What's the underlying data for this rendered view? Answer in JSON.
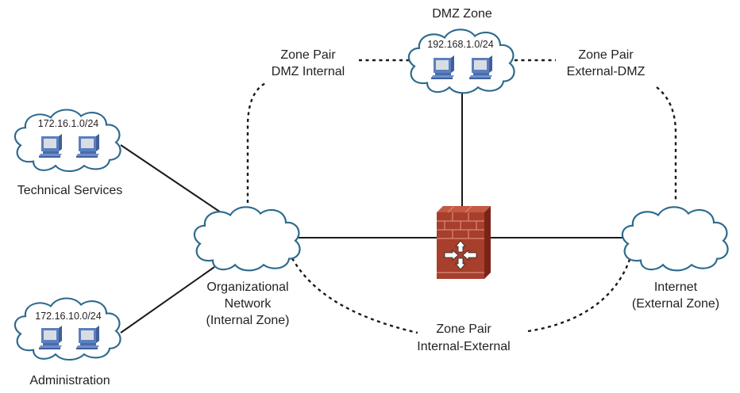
{
  "diagram": {
    "title": "Zone-Based Firewall Topology",
    "zones": {
      "dmz": {
        "title": "DMZ Zone",
        "subnet": "192.168.1.0/24"
      },
      "technical": {
        "title": "Technical Services",
        "subnet": "172.16.1.0/24"
      },
      "admin": {
        "title": "Administration",
        "subnet": "172.16.10.0/24"
      },
      "internal": {
        "line1": "Organizational",
        "line2": "Network",
        "line3": "(Internal Zone)"
      },
      "external": {
        "line1": "Internet",
        "line2": "(External Zone)"
      }
    },
    "zone_pairs": {
      "dmz_internal": {
        "line1": "Zone Pair",
        "line2": "DMZ Internal"
      },
      "external_dmz": {
        "line1": "Zone Pair",
        "line2": "External-DMZ"
      },
      "internal_external": {
        "line1": "Zone Pair",
        "line2": "Internal-External"
      }
    },
    "devices": {
      "firewall": "firewall-router-icon",
      "workstation": "workstation-icon"
    },
    "colors": {
      "cloud_stroke": "#2d6a8e",
      "firewall_brick": "#a83e2c",
      "firewall_dark": "#7a2418",
      "workstation_blue": "#5b7fbf",
      "workstation_screen": "#d9dde3",
      "line": "#1a1a1a"
    }
  }
}
